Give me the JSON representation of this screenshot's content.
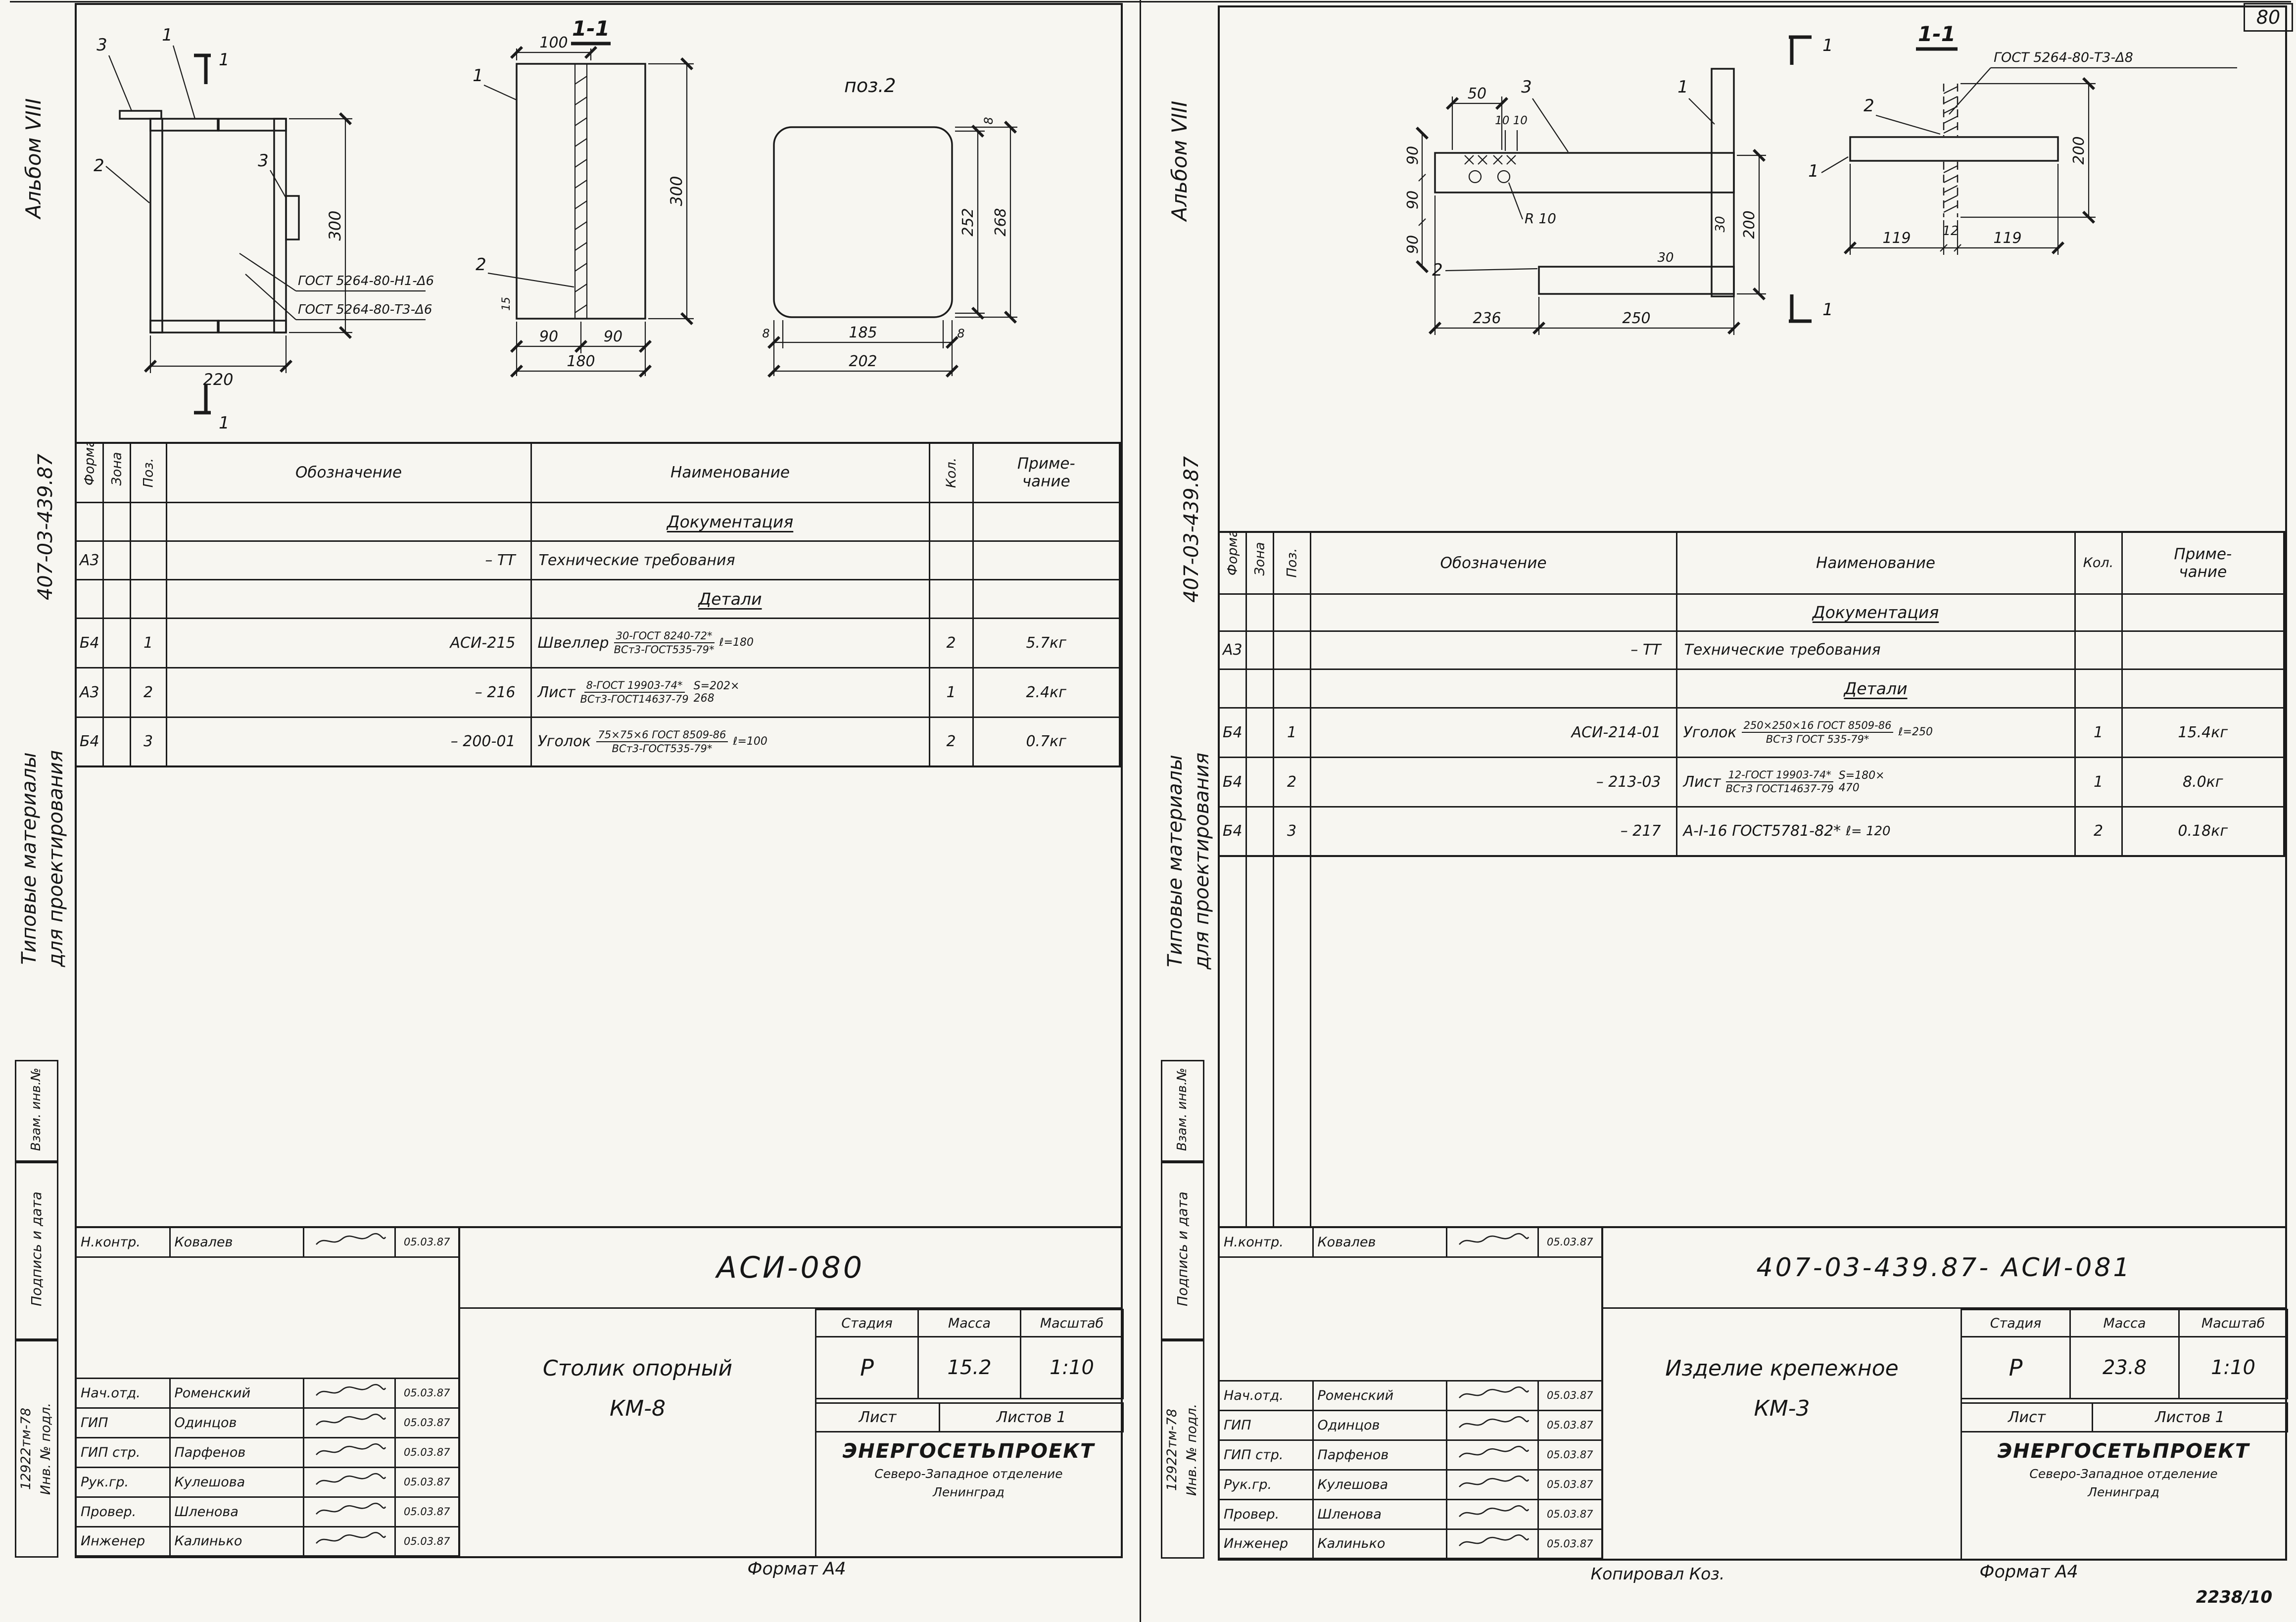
{
  "page": {
    "number": "80",
    "plate_number": "2238/10",
    "kopiroval": "Копировал  Коз."
  },
  "left": {
    "margin": {
      "album": "Альбом VIII",
      "doc_number": "407-03-439.87",
      "materials_line1": "Типовые материалы",
      "materials_line2": "для проектирования",
      "stamp_vzam": "Взам. инв.№",
      "stamp_podpis": "Подпись и дата",
      "stamp_inv": "Инв. № подл.",
      "inv_number": "12922тм-78"
    },
    "drawing": {
      "cut_top": "1",
      "cut_bottom": "1",
      "label_3a": "3",
      "label_1a": "1",
      "label_2a": "2",
      "label_3b": "3",
      "dim_height": "300",
      "dim_width": "220",
      "weld_gost_1": "ГОСТ 5264-80-Н1-Δ6",
      "weld_gost_2": "ГОСТ 5264-80-Т3-Δ6",
      "section_title": "1-1",
      "sec_dim_top": "100",
      "sec_label_1": "1",
      "sec_label_2": "2",
      "sec_dim_height": "300",
      "sec_dim_small": "15",
      "sec_dim_b1": "90",
      "sec_dim_b2": "90",
      "sec_dim_b3": "180",
      "pos_title": "поз.2",
      "pos_dim_inner": "252",
      "pos_dim_outer": "268",
      "pos_dim_t8": "8",
      "pos_dim_b8l": "8",
      "pos_dim_b185": "185",
      "pos_dim_b8r": "8",
      "pos_dim_b202": "202"
    },
    "table": {
      "h_format": "Формат",
      "h_zona": "Зона",
      "h_poz": "Поз.",
      "h_designation": "Обозначение",
      "h_name": "Наименование",
      "h_qty": "Кол.",
      "h_note1": "Приме-",
      "h_note2": "чание",
      "section_doc": "Документация",
      "tt_format": "А3",
      "tt_designation": "– ТТ",
      "tt_name": "Технические требования",
      "section_det": "Детали",
      "rows": [
        {
          "format": "Б4",
          "poz": "1",
          "designation": "АСИ-215",
          "name": "Швеллер",
          "frac_top": "30-ГОСТ 8240-72*",
          "frac_bot": "ВСт3-ГОСТ535-79*",
          "tail_top": "ℓ=180",
          "tail_bot": "",
          "qty": "2",
          "note": "5.7кг"
        },
        {
          "format": "А3",
          "poz": "2",
          "designation": "– 216",
          "name": "Лист",
          "frac_top": "8-ГОСТ 19903-74*",
          "frac_bot": "ВСт3-ГОСТ14637-79",
          "tail_top": "S=202×",
          "tail_bot": "268",
          "qty": "1",
          "note": "2.4кг"
        },
        {
          "format": "Б4",
          "poz": "3",
          "designation": "– 200-01",
          "name": "Уголок",
          "frac_top": "75×75×6 ГОСТ 8509-86",
          "frac_bot": "ВСт3-ГОСТ535-79*",
          "tail_top": "ℓ=100",
          "tail_bot": "",
          "qty": "2",
          "note": "0.7кг"
        }
      ]
    },
    "titleblock": {
      "nkontr_role": "Н.контр.",
      "nkontr_name": "Ковалев",
      "nkontr_date": "05.03.87",
      "code": "АСИ-080",
      "rows": [
        {
          "role": "Нач.отд.",
          "name": "Роменский",
          "date": "05.03.87"
        },
        {
          "role": "ГИП",
          "name": "Одинцов",
          "date": "05.03.87"
        },
        {
          "role": "ГИП стр.",
          "name": "Парфенов",
          "date": "05.03.87"
        },
        {
          "role": "Рук.гр.",
          "name": "Кулешова",
          "date": "05.03.87"
        },
        {
          "role": "Провер.",
          "name": "Шленова",
          "date": "05.03.87"
        },
        {
          "role": "Инженер",
          "name": "Калинько",
          "date": "05.03.87"
        }
      ],
      "title_line1": "Столик  опорный",
      "title_line2": "КМ-8",
      "h_stage": "Стадия",
      "h_mass": "Масса",
      "h_scale": "Масштаб",
      "stage": "Р",
      "mass": "15.2",
      "scale": "1:10",
      "list_label": "Лист",
      "listov_label": "Листов 1",
      "org1": "ЭНЕРГОСЕТЬПРОЕКТ",
      "org2": "Северо-Западное отделение",
      "org3": "Ленинград",
      "format_label": "Формат А4"
    }
  },
  "right": {
    "margin": {
      "album": "Альбом VIII",
      "doc_number": "407-03-439.87",
      "materials_line1": "Типовые материалы",
      "materials_line2": "для проектирования",
      "stamp_vzam": "Взам. инв.№",
      "stamp_podpis": "Подпись и дата",
      "stamp_inv": "Инв. № подл.",
      "inv_number": "12922тм-78"
    },
    "drawing": {
      "dim_50": "50",
      "dim_10_10": "10 10",
      "label_3": "3",
      "label_1": "1",
      "label_2": "2",
      "dim_90a": "90",
      "dim_90b": "90",
      "dim_90c": "90",
      "dim_30a": "30",
      "dim_30b": "30",
      "dim_200": "200",
      "radius": "R 10",
      "dim_236": "236",
      "dim_250": "250",
      "cut_top": "1",
      "cut_bottom": "1",
      "section_title": "1-1",
      "weld_gost": "ГОСТ 5264-80-Т3-Δ8",
      "sec_label_2": "2",
      "sec_label_1": "1",
      "sec_dim_b1": "119",
      "sec_dim_b2": "12",
      "sec_dim_b3": "119",
      "sec_dim_r": "200"
    },
    "table": {
      "h_format": "Формат",
      "h_zona": "Зона",
      "h_poz": "Поз.",
      "h_designation": "Обозначение",
      "h_name": "Наименование",
      "h_qty": "Кол.",
      "h_note1": "Приме-",
      "h_note2": "чание",
      "section_doc": "Документация",
      "tt_format": "А3",
      "tt_designation": "– ТТ",
      "tt_name": "Технические требования",
      "section_det": "Детали",
      "rows": [
        {
          "format": "Б4",
          "poz": "1",
          "designation": "АСИ-214-01",
          "name": "Уголок",
          "frac_top": "250×250×16 ГОСТ 8509-86",
          "frac_bot": "ВСт3 ГОСТ 535-79*",
          "tail_top": "ℓ=250",
          "tail_bot": "",
          "qty": "1",
          "note": "15.4кг"
        },
        {
          "format": "Б4",
          "poz": "2",
          "designation": "– 213-03",
          "name": "Лист",
          "frac_top": "12-ГОСТ 19903-74*",
          "frac_bot": "ВСт3 ГОСТ14637-79",
          "tail_top": "S=180×",
          "tail_bot": "470",
          "qty": "1",
          "note": "8.0кг"
        },
        {
          "format": "Б4",
          "poz": "3",
          "designation": "– 217",
          "name": "А-I-16 ГОСТ5781-82*",
          "tail_top": "ℓ= 120",
          "qty": "2",
          "note": "0.18кг"
        }
      ]
    },
    "titleblock": {
      "nkontr_role": "Н.контр.",
      "nkontr_name": "Ковалев",
      "nkontr_date": "05.03.87",
      "code": "407-03-439.87- АСИ-081",
      "rows": [
        {
          "role": "Нач.отд.",
          "name": "Роменский",
          "date": "05.03.87"
        },
        {
          "role": "ГИП",
          "name": "Одинцов",
          "date": "05.03.87"
        },
        {
          "role": "ГИП стр.",
          "name": "Парфенов",
          "date": "05.03.87"
        },
        {
          "role": "Рук.гр.",
          "name": "Кулешова",
          "date": "05.03.87"
        },
        {
          "role": "Провер.",
          "name": "Шленова",
          "date": "05.03.87"
        },
        {
          "role": "Инженер",
          "name": "Калинько",
          "date": "05.03.87"
        }
      ],
      "title_line1": "Изделие крепежное",
      "title_line2": "КМ-3",
      "h_stage": "Стадия",
      "h_mass": "Масса",
      "h_scale": "Масштаб",
      "stage": "Р",
      "mass": "23.8",
      "scale": "1:10",
      "list_label": "Лист",
      "listov_label": "Листов 1",
      "org1": "ЭНЕРГОСЕТЬПРОЕКТ",
      "org2": "Северо-Западное отделение",
      "org3": "Ленинград",
      "format_label": "Формат А4"
    }
  }
}
